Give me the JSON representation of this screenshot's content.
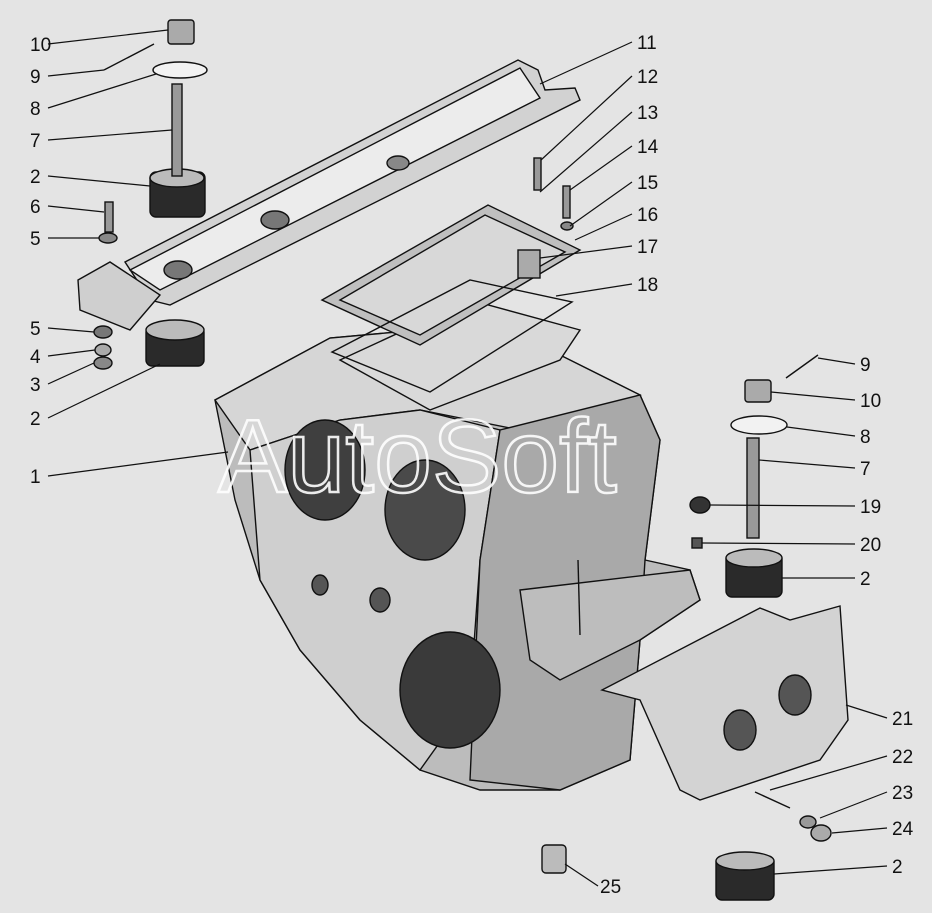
{
  "watermark": "AutoSoft",
  "labels": [
    {
      "id": "l10a",
      "text": "10"
    },
    {
      "id": "l9a",
      "text": "9"
    },
    {
      "id": "l8a",
      "text": "8"
    },
    {
      "id": "l7a",
      "text": "7"
    },
    {
      "id": "l2a",
      "text": "2"
    },
    {
      "id": "l6",
      "text": "6"
    },
    {
      "id": "l5a",
      "text": "5"
    },
    {
      "id": "l5b",
      "text": "5"
    },
    {
      "id": "l4",
      "text": "4"
    },
    {
      "id": "l3",
      "text": "3"
    },
    {
      "id": "l2b",
      "text": "2"
    },
    {
      "id": "l1",
      "text": "1"
    },
    {
      "id": "l11",
      "text": "11"
    },
    {
      "id": "l12",
      "text": "12"
    },
    {
      "id": "l13",
      "text": "13"
    },
    {
      "id": "l14",
      "text": "14"
    },
    {
      "id": "l15",
      "text": "15"
    },
    {
      "id": "l16",
      "text": "16"
    },
    {
      "id": "l17",
      "text": "17"
    },
    {
      "id": "l18",
      "text": "18"
    },
    {
      "id": "l9b",
      "text": "9"
    },
    {
      "id": "l10b",
      "text": "10"
    },
    {
      "id": "l8b",
      "text": "8"
    },
    {
      "id": "l7b",
      "text": "7"
    },
    {
      "id": "l19",
      "text": "19"
    },
    {
      "id": "l20",
      "text": "20"
    },
    {
      "id": "l2c",
      "text": "2"
    },
    {
      "id": "l21",
      "text": "21"
    },
    {
      "id": "l22",
      "text": "22"
    },
    {
      "id": "l23",
      "text": "23"
    },
    {
      "id": "l24",
      "text": "24"
    },
    {
      "id": "l2d",
      "text": "2"
    },
    {
      "id": "l25",
      "text": "25"
    }
  ]
}
